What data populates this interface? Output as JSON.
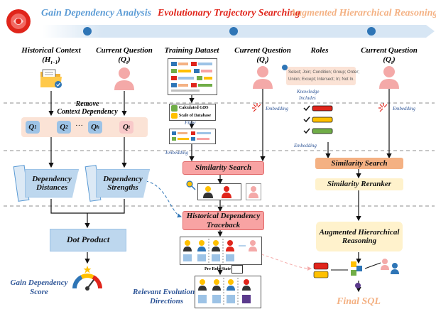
{
  "stages": {
    "gain": "Gain Dependency Analysis",
    "evolution": "Evolutionary Trajectory Searching",
    "augmented": "Augmented Hierarchical Reasoning"
  },
  "col1": {
    "historical_context": "Historical Context",
    "historical_context_sym": "(H",
    "historical_context_sub": "t−1",
    "current_question": "Current Question",
    "current_question_sym": "(Q",
    "current_question_sub": "t",
    "remove_context_1": "Remove",
    "remove_context_2": "Context Dependency",
    "q_items": [
      {
        "base": "Q",
        "sub": "1"
      },
      {
        "base": "Q",
        "sub": "2"
      },
      {
        "base": "Q",
        "sub": "h"
      },
      {
        "base": "Q",
        "sub": "t"
      }
    ],
    "ellipsis": "···",
    "dependency_distances_1": "Dependency",
    "dependency_distances_2": "Distances",
    "dependency_strengths_1": "Dependency",
    "dependency_strengths_2": "Strengths",
    "dot_product": "Dot Product",
    "score_1": "Gain Dependency",
    "score_2": "Score"
  },
  "col2": {
    "training_dataset": "Training Dataset",
    "current_question": "Current Question",
    "current_question_sym": "(Q",
    "current_question_sub": "t",
    "calculated_gds": "Calculated GDS",
    "scale_of_database": "Scale of Database",
    "filter": "Filter",
    "embedding_left": "Embedding",
    "embedding_right": "Embedding",
    "similarity_search": "Similarity Search",
    "historical_traceback_1": "Historical Dependency",
    "historical_traceback_2": "Traceback",
    "pre_role_state": "Pre Role-State",
    "relevant_evolution_1": "Relevant Evolution",
    "relevant_evolution_2": "Directions"
  },
  "col3": {
    "roles": "Roles",
    "current_question": "Current Question",
    "current_question_sym": "(Q",
    "current_question_sub": "t",
    "roles_list_1": "Select; Join; Condition; Group; Order;",
    "roles_list_2": "Union; Except; Intersect; In; Not In.",
    "knowledge_includes_1": "Knowledge",
    "knowledge_includes_2": "Includes",
    "embedding_left": "Embedding",
    "embedding_right": "Embedding",
    "similarity_search": "Similarity Search",
    "similarity_reranker": "Similarity Reranker",
    "augmented_reasoning_1": "Augmented Hierarchical",
    "augmented_reasoning_2": "Reasoning",
    "final_sql": "Final SQL"
  },
  "colors": {
    "blue_title": "#5b9bd5",
    "red_title": "#e0251b",
    "orange_title": "#f4b183",
    "timeline_dot": "#2e75b6",
    "blue_box": "#bdd7ee",
    "blue_box_border": "#9dc3e6",
    "red_box": "#f8a3a3",
    "red_box_border": "#e06666",
    "orange_box": "#f4b183",
    "yellow_box": "#fff2cc",
    "pink_person": "#f4a9a8",
    "dashed_line": "#7f7f7f"
  },
  "icons": [
    "logo-rose-icon",
    "folder-icon",
    "person-icon",
    "database-icon",
    "gauge-icon",
    "checklist-icon",
    "sparkle-icon",
    "magnifier-icon"
  ]
}
